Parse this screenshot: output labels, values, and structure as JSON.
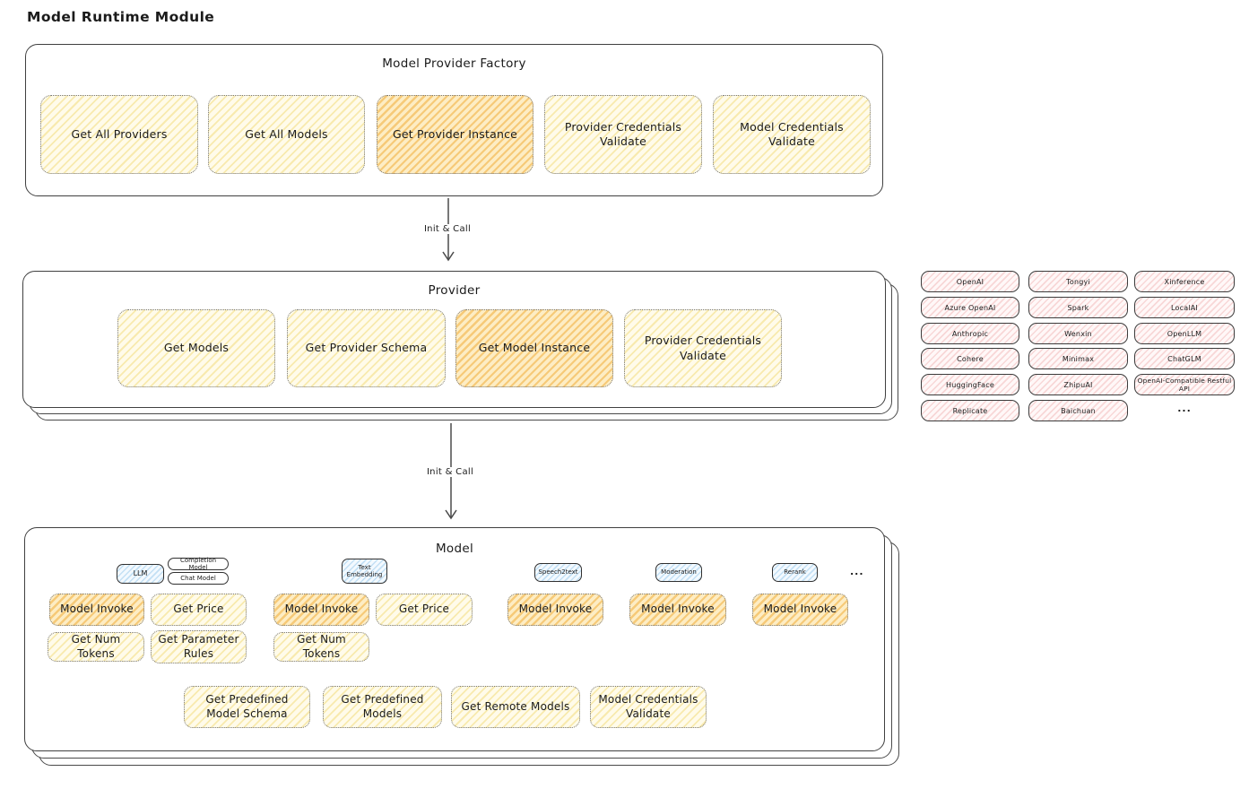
{
  "page_title": "Model Runtime Module",
  "colors": {
    "yellow_fill": "#fcf3d0",
    "orange_fill": "#fbe0a4",
    "pink_fill": "#fdf0f0",
    "blue_fill": "#e5f1fa",
    "ink": "#1b1b1b",
    "box_border": "#404040"
  },
  "factory": {
    "title": "Model Provider Factory",
    "buttons": [
      {
        "label": "Get All Providers",
        "variant": "yellow"
      },
      {
        "label": "Get All Models",
        "variant": "yellow"
      },
      {
        "label": "Get Provider Instance",
        "variant": "orange"
      },
      {
        "label": "Provider Credentials Validate",
        "variant": "yellow"
      },
      {
        "label": "Model Credentials Validate",
        "variant": "yellow"
      }
    ]
  },
  "arrows": [
    {
      "label": "Init & Call"
    },
    {
      "label": "Init & Call"
    }
  ],
  "provider": {
    "title": "Provider",
    "buttons": [
      {
        "label": "Get Models",
        "variant": "yellow"
      },
      {
        "label": "Get Provider Schema",
        "variant": "yellow"
      },
      {
        "label": "Get Model Instance",
        "variant": "orange"
      },
      {
        "label": "Provider Credentials Validate",
        "variant": "yellow"
      }
    ]
  },
  "provider_grid": {
    "rows": [
      [
        "OpenAI",
        "Tongyi",
        "Xinference"
      ],
      [
        "Azure OpenAI",
        "Spark",
        "LocalAI"
      ],
      [
        "Anthropic",
        "Wenxin",
        "OpenLLM"
      ],
      [
        "Cohere",
        "Minimax",
        "ChatGLM"
      ],
      [
        "HuggingFace",
        "ZhipuAI",
        "OpenAI-Compatible Restful API"
      ],
      [
        "Replicate",
        "Baichuan",
        "..."
      ]
    ]
  },
  "model": {
    "title": "Model",
    "sections": [
      {
        "tag": "LLM",
        "extra_tags": [
          "Completion Model",
          "Chat Model"
        ],
        "buttons": [
          "Model Invoke",
          "Get Price",
          "Get Num Tokens",
          "Get Parameter Rules"
        ]
      },
      {
        "tag": "Text Embedding",
        "buttons": [
          "Model Invoke",
          "Get Price",
          "Get Num Tokens"
        ]
      },
      {
        "tag": "Speech2text",
        "buttons": [
          "Model Invoke"
        ]
      },
      {
        "tag": "Moderation",
        "buttons": [
          "Model Invoke"
        ]
      },
      {
        "tag": "Rerank",
        "buttons": [
          "Model Invoke"
        ]
      }
    ],
    "more": "...",
    "shared_buttons": [
      "Get Predefined Model Schema",
      "Get Predefined Models",
      "Get Remote Models",
      "Model Credentials Validate"
    ]
  }
}
